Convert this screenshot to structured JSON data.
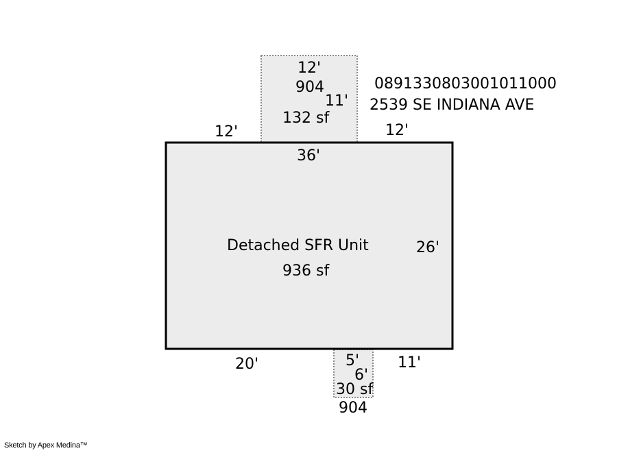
{
  "parcel": {
    "number": "0891330803001011000",
    "address": "2539 SE INDIANA AVE"
  },
  "main_area": {
    "name": "Detached SFR Unit",
    "area": "936 sf",
    "dim_top": "36'",
    "dim_right": "26'",
    "dim_top_left": "12'",
    "dim_top_right": "12'",
    "dim_bottom_left": "20'",
    "dim_bottom_right": "11'"
  },
  "top_addition": {
    "code": "904",
    "area": "132 sf",
    "dim_top": "12'",
    "dim_side": "11'"
  },
  "bottom_addition": {
    "code": "904",
    "area": "30 sf",
    "dim_top": "5'",
    "dim_side": "6'"
  },
  "colors": {
    "fill": "#ececec",
    "outline": "#000000",
    "dotted": "#8a8a8a"
  },
  "credit": "Sketch by Apex Medina™"
}
